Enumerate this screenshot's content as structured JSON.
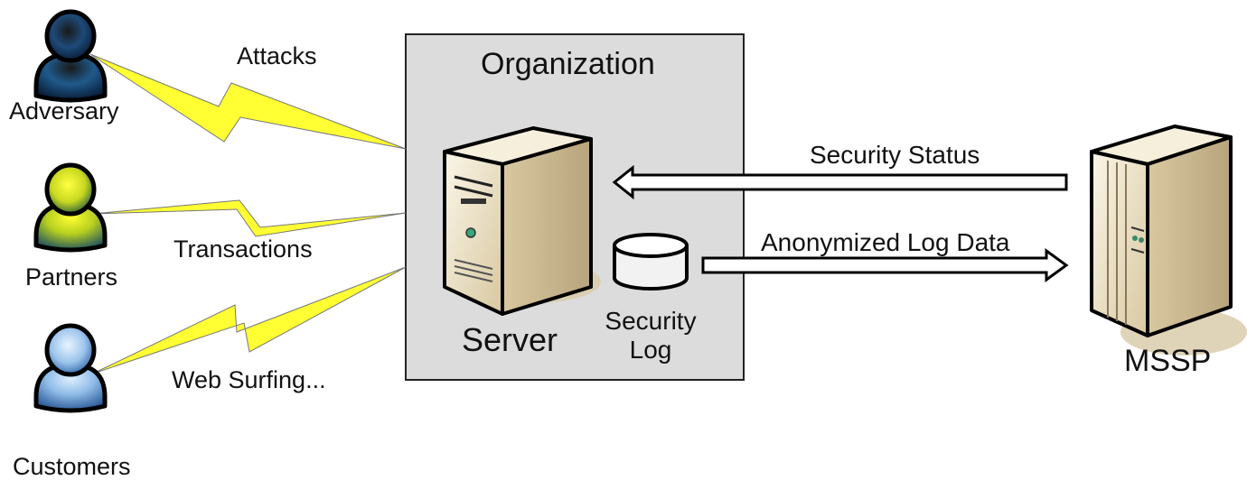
{
  "actors": [
    {
      "id": "adversary",
      "label": "Adversary",
      "link_label": "Attacks"
    },
    {
      "id": "partners",
      "label": "Partners",
      "link_label": "Transactions"
    },
    {
      "id": "customers",
      "label": "Customers",
      "link_label": "Web Surfing..."
    }
  ],
  "organization": {
    "title": "Organization",
    "server_label": "Server",
    "log_label_line1": "Security",
    "log_label_line2": "Log"
  },
  "mssp": {
    "label": "MSSP"
  },
  "flows": {
    "security_status": "Security Status",
    "anonymized_log": "Anonymized Log Data"
  },
  "colors": {
    "lightning_fill": "#ffff33",
    "org_box_fill": "#dcdcdc",
    "adversary_dark": "#0b2a4a",
    "partners_yellow": "#e6f020",
    "customers_blue": "#a8c8f0",
    "server_beige": "#f0e6cc"
  }
}
